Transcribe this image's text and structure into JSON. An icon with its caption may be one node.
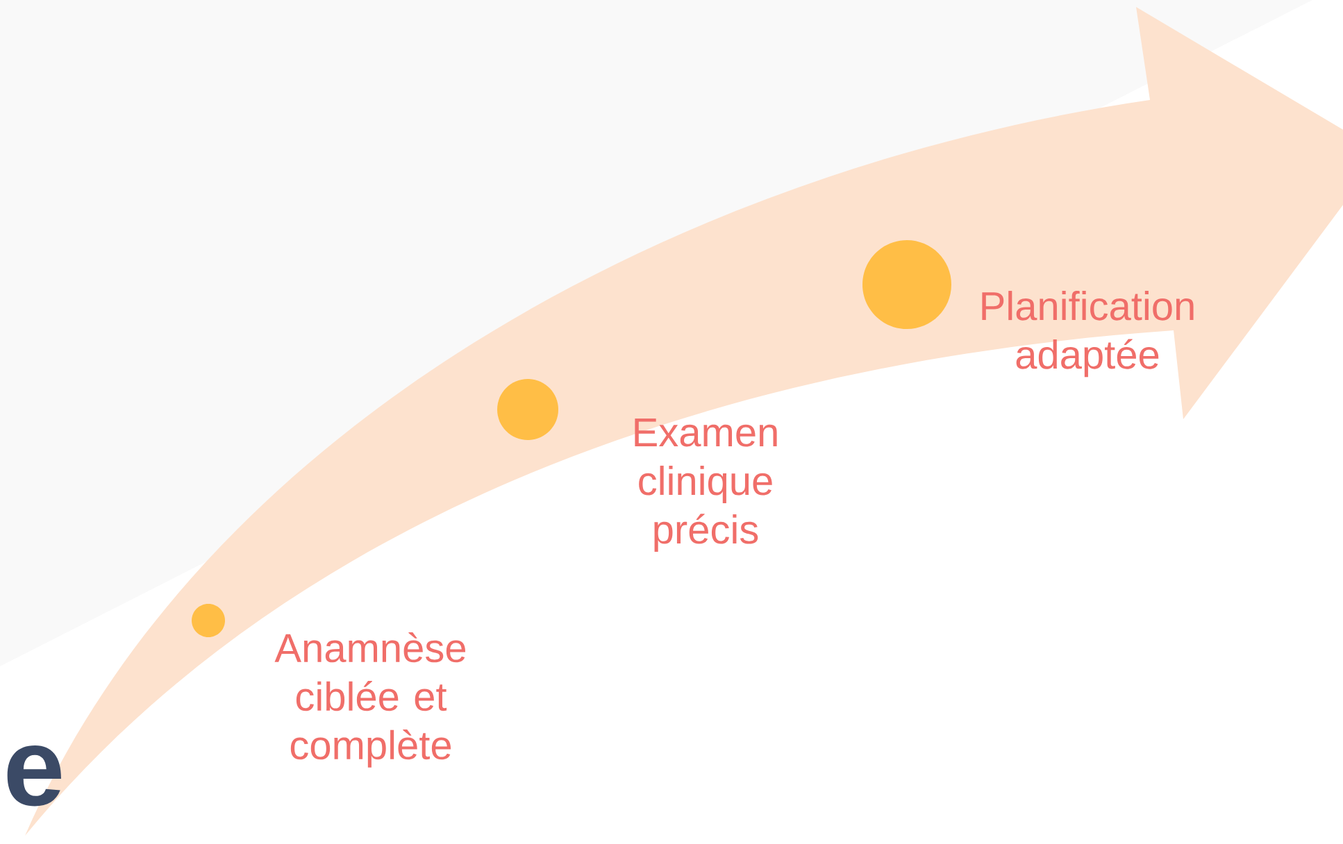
{
  "diagram": {
    "nodes": [
      {
        "text": [],
        "shape": "circle",
        "beside": [
          "Anamnèse ciblée et complète"
        ]
      },
      {
        "text": [],
        "shape": "circle",
        "beside": [
          "Examen clinique précis"
        ]
      },
      {
        "text": [],
        "shape": "circle",
        "beside": [
          "Planification adaptée"
        ]
      }
    ],
    "labels": [
      "e"
    ]
  }
}
